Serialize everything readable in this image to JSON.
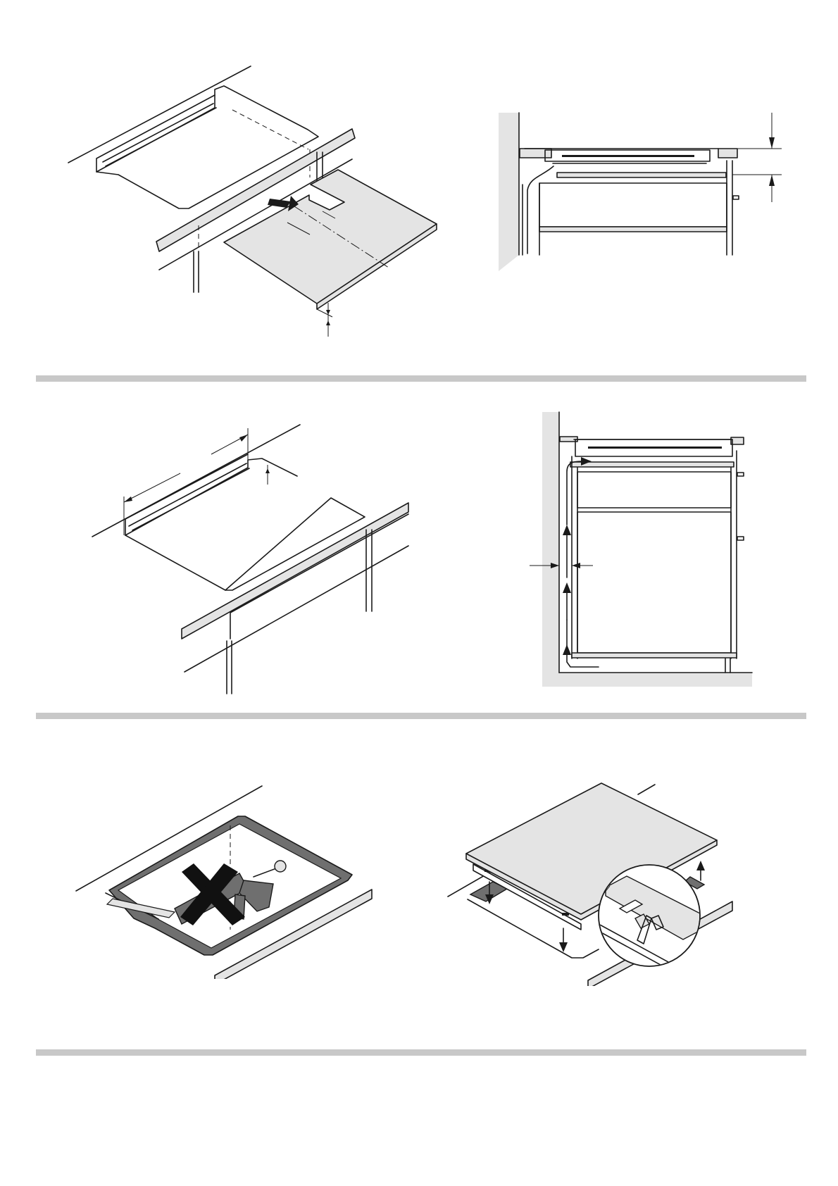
{
  "palette": {
    "divider": "#c8c8c8",
    "panel": "#e4e4e4",
    "surface": "#ececec",
    "dark": "#6f6f6f",
    "ink": "#1a1a1a"
  },
  "figures": [
    {
      "id": "fig-1",
      "subject": "cutout-and-protective-board"
    },
    {
      "id": "fig-2",
      "subject": "side-section-drawer-clearance"
    },
    {
      "id": "fig-3",
      "subject": "cutout-dimensions"
    },
    {
      "id": "fig-4",
      "subject": "side-section-airflow-oven"
    },
    {
      "id": "fig-5",
      "subject": "no-sealant"
    },
    {
      "id": "fig-6",
      "subject": "hob-insertion-clamp"
    }
  ],
  "icons": [
    "arrow-icon",
    "prohibited-x-icon",
    "sealant-gun-icon",
    "magnifier-circle-icon"
  ]
}
